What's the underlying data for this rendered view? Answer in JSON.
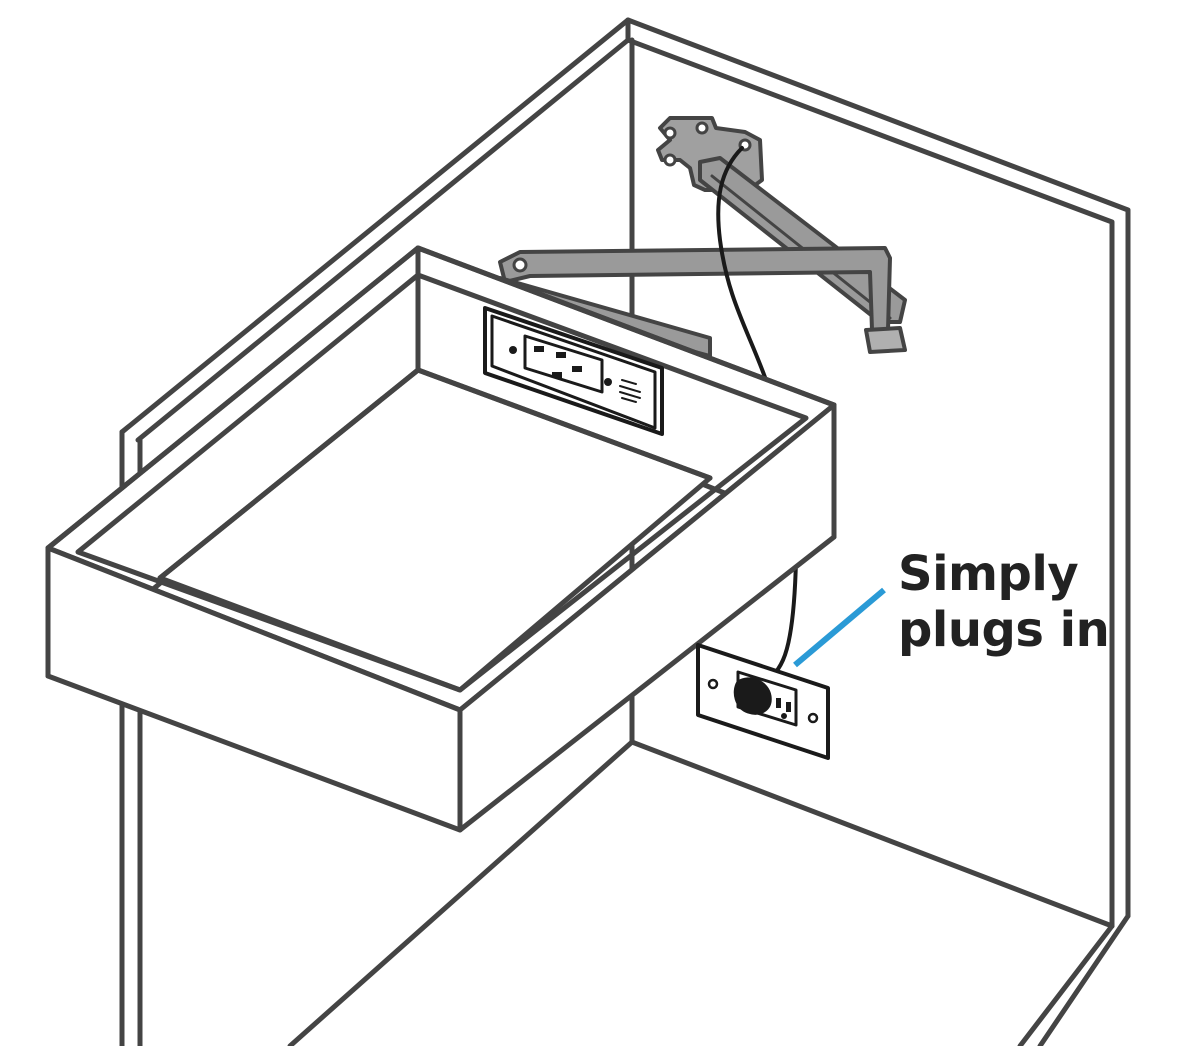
{
  "callout": {
    "line1": "Simply",
    "line2": "plugs in"
  },
  "colors": {
    "outline": "#444444",
    "mechanism": "#9a9a9a",
    "mechanism_dark": "#555555",
    "cord": "#1a1a1a",
    "leader_line": "#2a9ad6",
    "text": "#222222",
    "background": "#ffffff"
  },
  "icons": [
    "cabinet-outline",
    "pull-down-drawer",
    "swing-arm-mechanism",
    "drawer-power-outlet",
    "wall-outlet",
    "power-cord-plug"
  ]
}
